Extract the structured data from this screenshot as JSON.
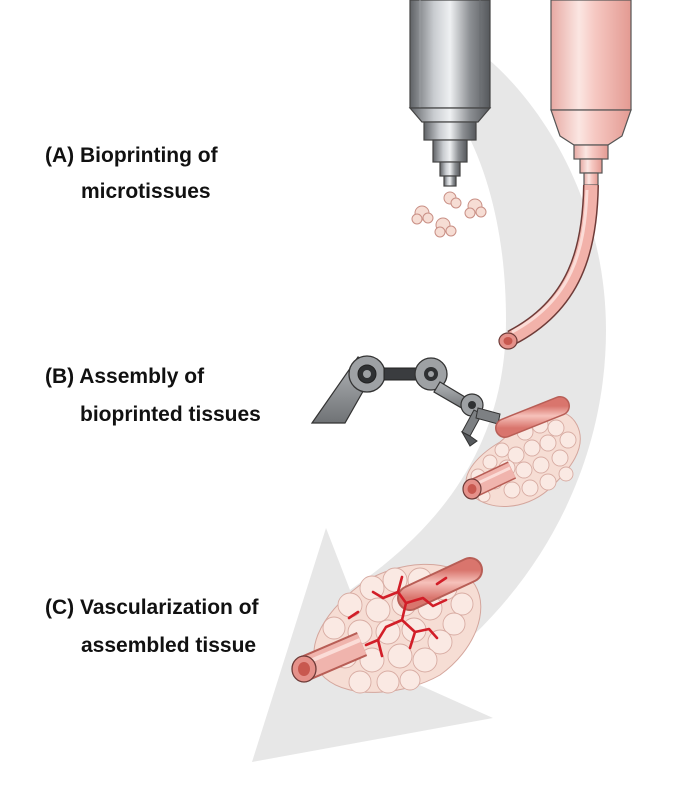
{
  "steps": [
    {
      "line1": "(A) Bioprinting of",
      "line2": "microtissues"
    },
    {
      "line1": "(B) Assembly of",
      "line2": "bioprinted tissues"
    },
    {
      "line1": "(C) Vascularization of",
      "line2": "assembled tissue"
    }
  ],
  "icons": {
    "metal_nozzle": "print-nozzle-icon",
    "pink_nozzle": "extrusion-nozzle-icon",
    "robot_arm": "robotic-arm-icon",
    "spheroids": "microtissue-spheroid-icon",
    "vessel": "blood-vessel-icon",
    "flow_arrow": "curved-arrow-icon"
  },
  "colors": {
    "arrow": "#e6e6e6",
    "tissue": "#f5dcd2",
    "vessel": "#e79089",
    "capillary": "#d21e28",
    "metal": "#8a8d91"
  }
}
